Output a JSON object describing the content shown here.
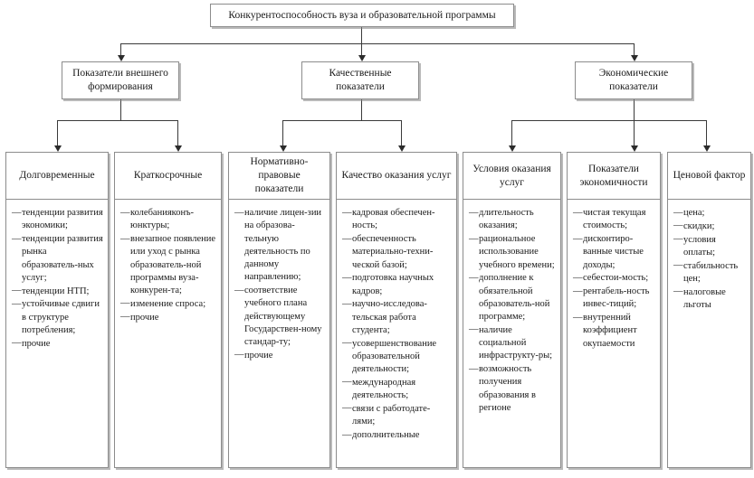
{
  "diagram": {
    "title_label": "Конкурентоспособность вуза и образовательной программы",
    "level2": [
      {
        "label": "Показатели внешнего формирования"
      },
      {
        "label": "Качественные показатели"
      },
      {
        "label": "Экономические показатели"
      }
    ],
    "columns": [
      {
        "header": "Долговременные",
        "items": [
          "тенденции развития экономики;",
          "тенденции развития рынка образователь-ных услуг;",
          "тенденции НТП;",
          "устойчивые сдвиги в структуре потребления;",
          "прочие"
        ]
      },
      {
        "header": "Краткосрочные",
        "items": [
          "колебанияконъ-юнктуры;",
          "внезапное появление или уход с рынка образователь-ной программы вуза-конкурен-та;",
          "изменение спроса;",
          "прочие"
        ]
      },
      {
        "header": "Нормативно-правовые показатели",
        "items": [
          "наличие лицен-зии на образова-тельную деятельность по данному направлению;",
          "соответствие учебного плана действующему Государствен-ному стандар-ту;",
          "прочие"
        ]
      },
      {
        "header": "Качество оказания услуг",
        "items": [
          "кадровая обеспечен-ность;",
          "обеспеченность материально-техни-ческой базой;",
          "подготовка научных кадров;",
          "научно-исследова-тельская работа студента;",
          "усовершенствование образовательной деятельности;",
          "международная деятельность;",
          "связи с работодате-лями;",
          "дополнительные"
        ]
      },
      {
        "header": "Условия оказания услуг",
        "items": [
          "длительность оказания;",
          "рациональное использование учебного времени;",
          "дополнение к обязательной образователь-ной программе;",
          "наличие социальной инфраструкту-ры;",
          "возможность получения образования в регионе"
        ]
      },
      {
        "header": "Показатели экономичности",
        "items": [
          "чистая текущая стоимость;",
          "дисконтиро-ванные чистые доходы;",
          "себестои-мость;",
          "рентабель-ность инвес-тиций;",
          "внутренний коэффициент окупаемости"
        ]
      },
      {
        "header": "Ценовой фактор",
        "items": [
          "цена;",
          "скидки;",
          "условия оплаты;",
          "стабильность цен;",
          "налоговые льготы"
        ]
      }
    ],
    "bullet_glyph": "—",
    "colors": {
      "box_border": "#8c8c8c",
      "connector": "#3a3a3a",
      "text": "#1a1a1a",
      "background": "#ffffff"
    }
  }
}
